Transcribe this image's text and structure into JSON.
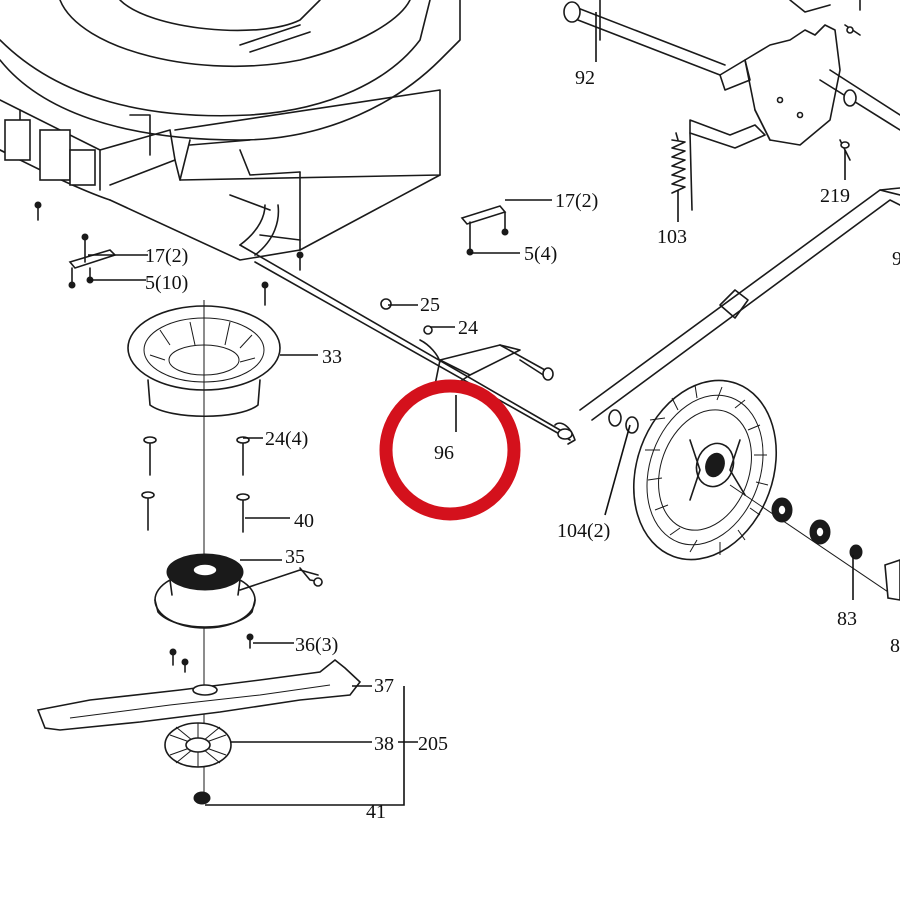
{
  "highlight": {
    "color": "#d4111c",
    "part": "96"
  },
  "parts": {
    "p92": "92",
    "p219": "219",
    "p103": "103",
    "p9": "9",
    "p17a": "17(2)",
    "p5a": "5(4)",
    "p17b": "17(2)",
    "p5b": "5(10)",
    "p25": "25",
    "p24": "24",
    "p33": "33",
    "p96": "96",
    "p24b": "24(4)",
    "p40": "40",
    "p35": "35",
    "p104": "104(2)",
    "p83": "83",
    "p8": "8",
    "p36": "36(3)",
    "p37": "37",
    "p38": "38",
    "p205": "205",
    "p41": "41"
  }
}
